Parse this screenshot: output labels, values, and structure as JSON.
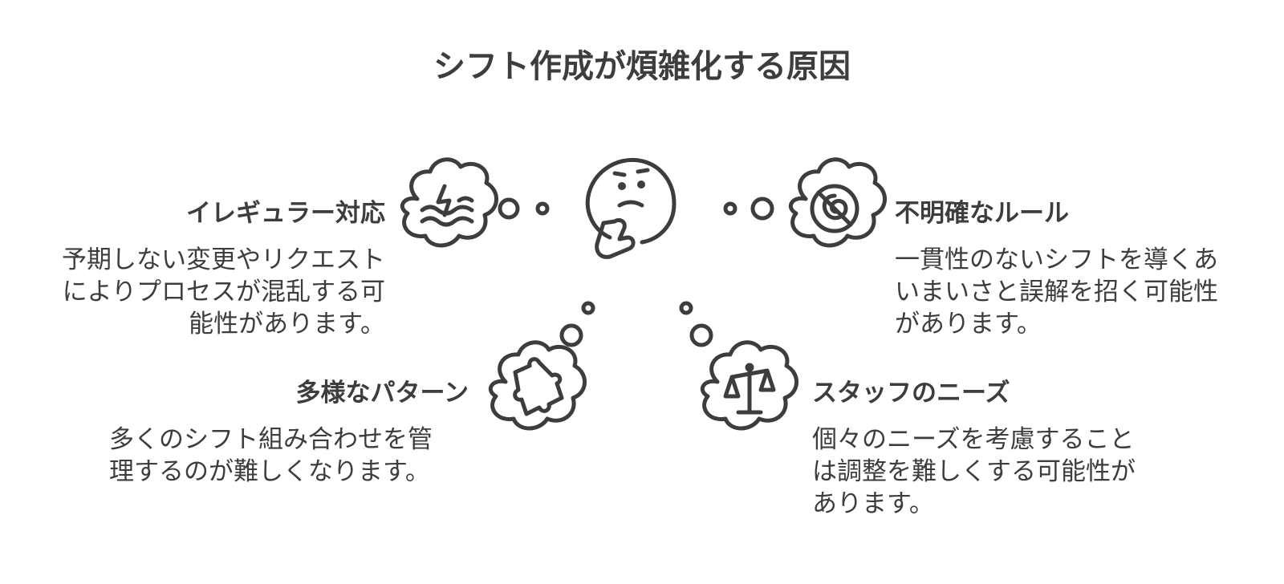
{
  "title": "シフト作成が煩雑化する原因",
  "items": [
    {
      "heading": "イレギュラー対応",
      "lines": [
        "予期しない変更やリクエスト",
        "によりプロセスが混乱する可",
        "能性があります。"
      ],
      "icon": "lightning-waves-icon"
    },
    {
      "heading": "不明確なルール",
      "lines": [
        "一貫性のないシフトを導くあ",
        "いまいさと誤解を招く可能性",
        "があります。"
      ],
      "icon": "unclear-spiral-icon"
    },
    {
      "heading": "多様なパターン",
      "lines": [
        "多くのシフト組み合わせを管",
        "理するのが難しくなります。"
      ],
      "icon": "puzzle-piece-icon"
    },
    {
      "heading": "スタッフのニーズ",
      "lines": [
        "個々のニーズを考慮すること",
        "は調整を難しくする可能性が",
        "あります。"
      ],
      "icon": "balance-scale-icon"
    }
  ],
  "center_icon": "thinking-face-icon",
  "colors": {
    "stroke": "#3d3d3d",
    "text": "#3d3d3d",
    "background": "#ffffff"
  }
}
